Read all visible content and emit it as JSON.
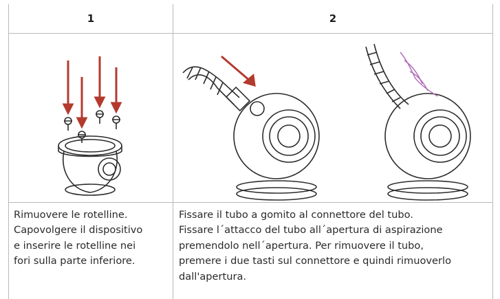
{
  "table": {
    "headers": [
      "1",
      "2"
    ],
    "step1": {
      "lines": [
        "Rimuovere le rotelline.",
        "Capovolgere il dispositivo",
        "e inserire le rotelline nei",
        "fori sulla parte inferiore."
      ]
    },
    "step2": {
      "lines": [
        "Fissare il tubo a gomito al connettore del tubo.",
        "Fissare l´attacco del tubo all´apertura di aspirazione",
        "premendolo nell´apertura. Per rimuovere il tubo,",
        "premere i due tasti sul connettore e quindi rimuoverlo",
        "dall'apertura."
      ]
    }
  },
  "colors": {
    "arrow": "#b43a2e",
    "line": "#2b2b2b",
    "hand": "#b066b8",
    "border": "#b9b9b9"
  }
}
